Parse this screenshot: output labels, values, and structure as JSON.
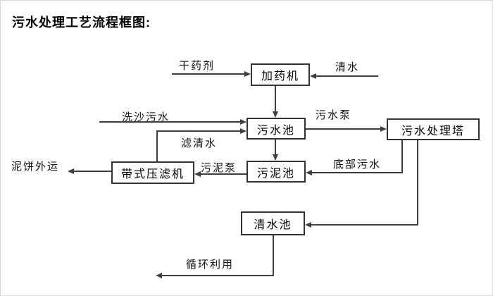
{
  "title": "污水处理工艺流程框图:",
  "nodes": {
    "dosing_machine": {
      "label": "加药机"
    },
    "sewage_pool": {
      "label": "污水池"
    },
    "treatment_tower": {
      "label": "污水处理塔"
    },
    "belt_filter_press": {
      "label": "带式压滤机"
    },
    "sludge_pool": {
      "label": "污泥池"
    },
    "clear_water_pool": {
      "label": "清水池"
    }
  },
  "edges": {
    "dry_agent": {
      "label": "干药剂"
    },
    "clear_water": {
      "label": "清水"
    },
    "sand_wash_sewage": {
      "label": "洗沙污水"
    },
    "filtered_water": {
      "label": "滤清水"
    },
    "sewage_pump": {
      "label": "污水泵"
    },
    "bottom_sewage": {
      "label": "底部污水"
    },
    "sludge_pump": {
      "label": "污泥泵"
    },
    "mud_cake_out": {
      "label": "泥饼外运"
    },
    "recycle": {
      "label": "循环利用"
    }
  },
  "colors": {
    "line": "#3f3f3f",
    "node_border": "#333333",
    "text": "#000000",
    "background": "#ffffff"
  }
}
